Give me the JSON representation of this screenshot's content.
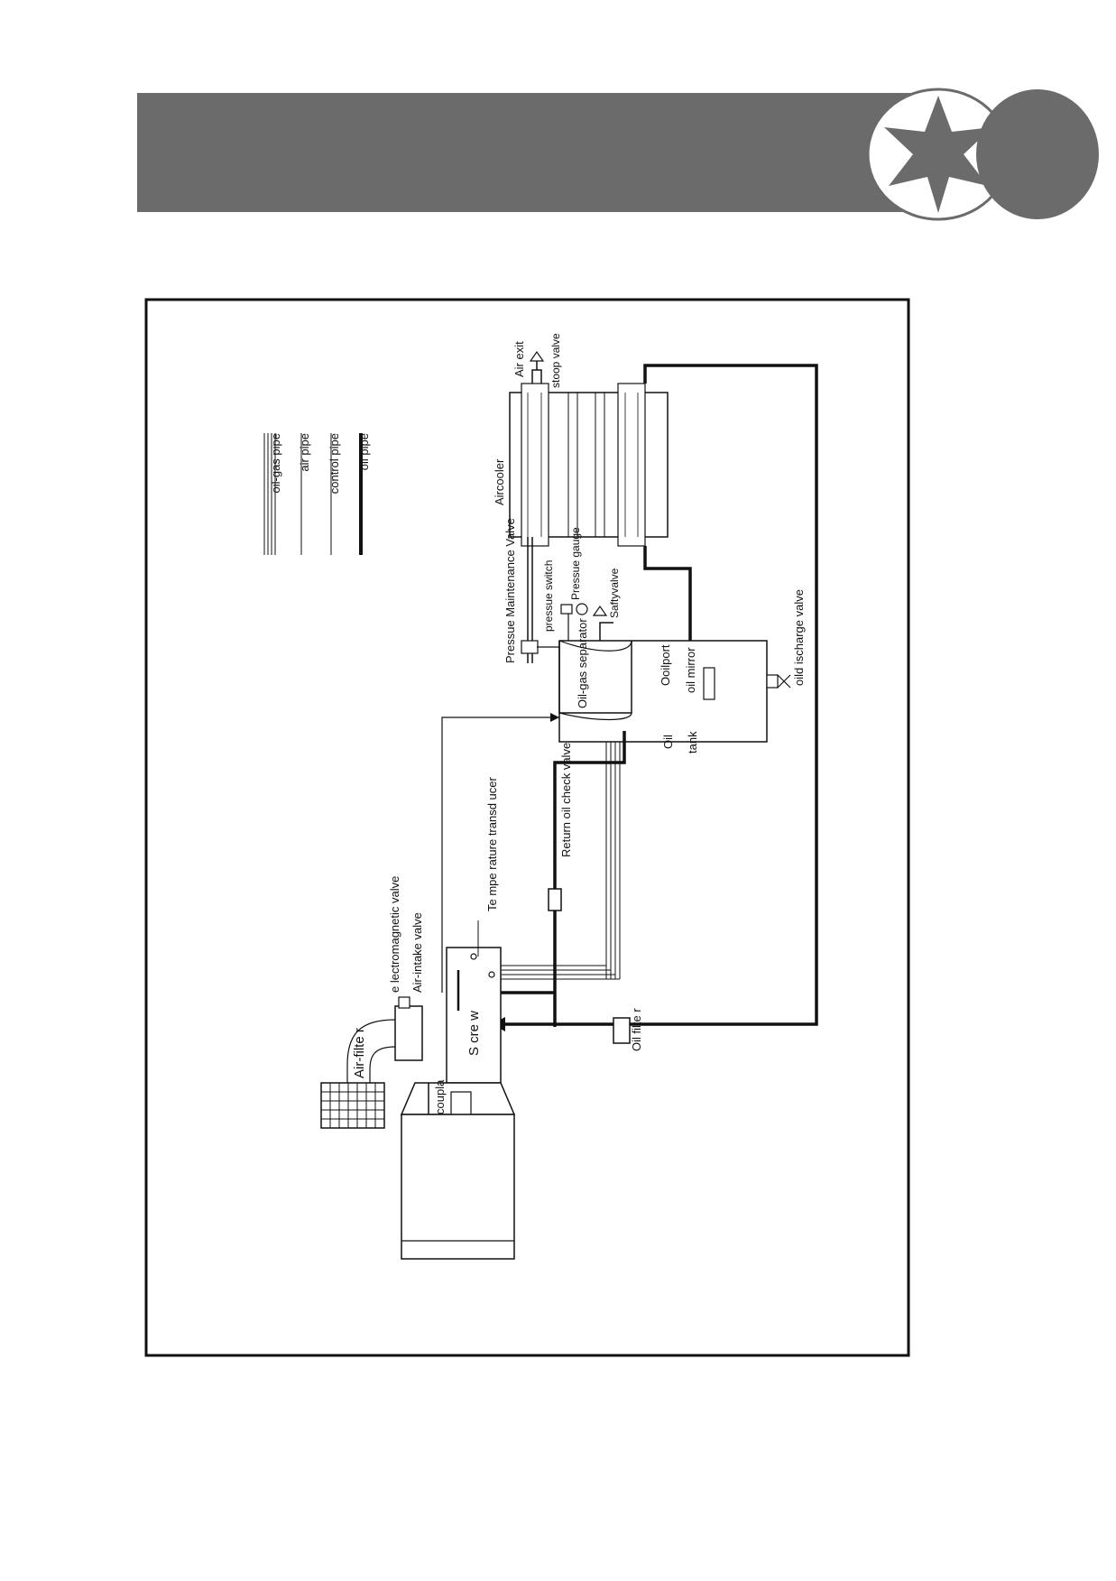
{
  "legend": {
    "oil_gas_pipe": "oil-gas pipe",
    "air_pipe": "air pipe",
    "control_pipe": "control pipe",
    "oil_pipe": "oil pipe"
  },
  "labels": {
    "air_exit": "Air exit",
    "stop_valve": "stoop valve",
    "aircooler": "Aircooler",
    "pressure_maintenance_valve": "Pressue Maintenance Valve",
    "pressure_switch": "pressue switch",
    "pressure_gauge": "Pressue gauge",
    "oil_gas_separator": "Oil-gas separator",
    "safety_valve": "Saftyvalve",
    "oil_port": "Ooilport",
    "oil_mirror": "oil mirror",
    "oil_tank_1": "Oil",
    "oil_tank_2": "tank",
    "oil_discharge_valve": "oild ischarge valve",
    "temperature_transducer": "Te mpe rature transd ucer",
    "return_oil_check_valve": "Return oil check valve",
    "electromagnetic_valve": "e lectromagnetic valve",
    "air_intake_valve": "Air-intake valve",
    "air_filter": "Air-filte r",
    "screw": "S cre w",
    "coupla": "coupla",
    "oil_filter": "Oil filte r"
  },
  "colors": {
    "header": "#6b6b6b",
    "logo_fill": "#6b6b6b",
    "line": "#111111"
  }
}
